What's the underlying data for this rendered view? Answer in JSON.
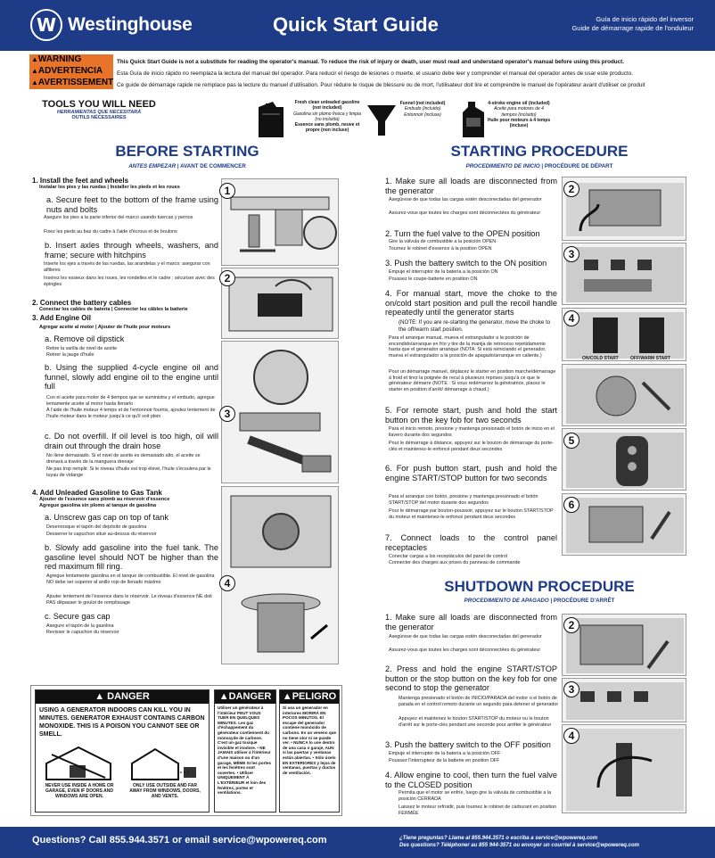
{
  "header": {
    "brand": "Westinghouse",
    "logo_letter": "W",
    "title": "Quick Start Guide",
    "sub_es": "Guía de inicio rápido del inversor",
    "sub_fr": "Guide de démarrage rapide de l'onduleur"
  },
  "warning": {
    "labels": [
      "WARNING",
      "ADVERTENCIA",
      "AVERTISSEMENT"
    ],
    "texts": [
      "This Quick Start Guide is not a substitute for reading the operator's manual. To reduce the risk of injury or death, user must read and understand operator's manual before using this product.",
      "Esta Guía de inicio rápido no reemplaza la lectura del manual del operador. Para reducir el riesgo de lesiones o muerte, el usuario debe leer y comprender el manual del operador antes de usar este producto.",
      "Ce guide de démarrage rapide ne remplace pas la lecture du manuel d'utilisation. Pour réduire le risque de blessure ou de mort, l'utilisateur doit lire et comprendre le manuel de l'opérateur avant d'utiliser ce produit"
    ]
  },
  "tools": {
    "title": "TOOLS YOU WILL NEED",
    "title_es": "HERRAMIENTAS QUE NECESITARÁ",
    "title_fr": "OUTILS NÉCESSAIRES",
    "items": [
      {
        "name": "Fresh clean unleaded gasoline (not included)",
        "es": "Gasolina sin plomo fresca y limpia (no incluida)",
        "fr": "Essence sans plomb, neuve et propre (non incluse)"
      },
      {
        "name": "Funnel (not included)",
        "es": "Embudo (incluido)",
        "fr": "Entonnoir (incluse)"
      },
      {
        "name": "4-stroke engine oil (included)",
        "es": "Aceite para motores de 4 tiempos (incluido)",
        "fr": "Huile pour moteurs à 4 temps (incluse)"
      }
    ]
  },
  "before": {
    "title": "BEFORE STARTING",
    "sub_es": "ANTES EMPEZAR",
    "sub_fr": "AVANT DE COMMENCER",
    "s1_h": "1. Install the feet and wheels",
    "s1_sub": "Instalar los pies y las ruedas | Installer les pieds et les roues",
    "s1a": "a. Secure feet to the bottom of the frame using nuts and bolts",
    "s1a_es": "Asegure los pies a la parte inferior del marco usando tuercas y pernos",
    "s1a_fr": "Fixez les pieds au bas du cadre à l'aide d'écrous et de boulons",
    "s1b": "b. Insert axles through wheels, washers, and frame; secure with hitchpins",
    "s1b_es": "Inserte los ejes a través de las ruedas, las arandelas y el marco; asegurar con alfileres",
    "s1b_fr": "Insérez les essieux dans les roues, les rondelles et le cadre ; sécuriser avec des épingles",
    "s2_h": "2. Connect the battery cables",
    "s2_sub": "Conectar los cables de batería | Connecter les câbles la batterie",
    "s3_h": "3. Add Engine Oil",
    "s3_sub": "Agregar aceite al motor | Ajouter de l'huile pour moteurs",
    "s3a": "a. Remove oil dipstick",
    "s3a_es": "Retire la varilla de nivel de aceite",
    "s3a_fr": "Retirer la jauge d'huile",
    "s3b": "b. Using the supplied 4-cycle engine oil and funnel, slowly add engine oil to the engine until full",
    "s3b_es": "Con el aceite para motor de 4 tiempos que se suministra y el embudo, agregue lentamente aceite al motor hasta llenarlo",
    "s3b_fr": "À l'aide de l'huile moteur 4 temps et de l'entonnoir fournis, ajoutez lentement de l'huile moteur dans le moteur jusqu'à ce qu'il soit plein",
    "s3c": "c. Do not overfill. If oil level is too high, oil will drain out through the drain hose",
    "s3c_es": "No llene demasiado. Si el nivel de aceite es demasiado alto, el aceite se drenará a través de la manguera drenaje",
    "s3c_fr": "Ne pas trop remplir. Si le niveau d'huile est trop élevé, l'huile s'écoulera par le tuyau de vidange",
    "s4_h": "4. Add Unleaded Gasoline to Gas Tank",
    "s4_sub1": "Ajouter de l'essence sans plomb au réservoir d'essence",
    "s4_sub2": "Agregue gasolina sin plomo al tanque de gasolina",
    "s4a": "a. Unscrew gas cap on top of tank",
    "s4a_es": "Desenrosque el tapón del depósito de gasolina",
    "s4a_fr": "Desserrer le capuchon situé au-dessus du réservoir",
    "s4b": "b. Slowly add gasoline into the fuel tank. The gasoline level should NOT be higher than the red maximum fill ring.",
    "s4b_es": "Agregue lentamente gasolina en el tanque de combustible. El nivel de gasolina NO debe ser superior al anillo rojo de llenado máximo",
    "s4b_fr": "Ajouter lentement de l'essence dans le réservoir. Le niveau d'essence NE doit PAS dépasser le goulot de remplissage",
    "s4c": "c. Secure gas cap",
    "s4c_es": "Asegure el tapón de la gasolina",
    "s4c_fr": "Revisser le capuchon du réservoir"
  },
  "starting": {
    "title": "STARTING PROCEDURE",
    "sub_es": "PROCEDIMIENTO DE INICIO",
    "sub_fr": "PROCÉDURE DE DÉPART",
    "s1": "1. Make sure all loads are disconnected from the generator",
    "s1_es": "Asegúrese de que todas las cargas estén desconectadas del generador",
    "s1_fr": "Assurez-vous que toutes les charges sont déconnectées du générateur",
    "s2": "2. Turn the fuel valve to the OPEN position",
    "s2_es": "Gire la válvula de combustible a la posición OPEN",
    "s2_fr": "Tournez le robinet d'essence à la position OPEN",
    "s3": "3. Push the battery switch to the ON position",
    "s3_es": "Empuje el interruptor de la batería a la posición ON",
    "s3_fr": "Poussez le coupe-batterie en position ON",
    "s4": "4. For manual start, move the choke to the on/cold start position and pull the recoil handle repeatedly until the generator starts",
    "s4_note": "(NOTE: If you are re-starting the generator, move the choke to the off/warm start position.",
    "s4_es": "Para el arranque manual, mueva el estrangulador a la posición de encendido/arranque en frío y tire de la manija de retroceso repetidamente hasta que el generador arranque (NOTA: Si está reiniciando el generador, mueva el estrangulador a la posición de apagado/arranque en caliente.)",
    "s4_fr": "Pour un démarrage manuel, déplacez le starter en position marche/démarrage à froid et tirez la poignée de recul à plusieurs reprises jusqu'à ce que le générateur démarre (NOTE : Si vous redémarrez la génératrice, placez le starter en position d'arrêt/ démarrage à chaud.)",
    "s5": "5. For remote start, push and hold the start button on the key fob for two seconds",
    "s5_es": "Para el inicio remoto, presione y mantenga presionado el botón de inicio en el llavero durante dos segundos",
    "s5_fr": "Pour le démarrage à distance, appuyez sur le bouton de démarrage du porte-clés et maintenez-le enfoncé pendant deux secondes",
    "s6": "6. For push button start, push and hold the engine START/STOP button for two seconds",
    "s6_es": "Para el arranque con botón, presione y mantenga presionado el botón START/STOP del motor durante dos segundos",
    "s6_fr": "Pour le démarrage par bouton-poussoir, appuyez sur le bouton START/STOP du moteur et maintenez-le enfoncé pendant deux secondes",
    "s7": "7. Connect loads to the control panel receptacles",
    "s7_es": "Conectar cargas a los receptáculos del panel de control",
    "s7_fr": "Connecter des charges aux prises du panneau de commande",
    "choke_on": "ON/COLD START",
    "choke_off": "OFF/WARM START"
  },
  "shutdown": {
    "title": "SHUTDOWN PROCEDURE",
    "sub_es": "PROCEDIMIENTO DE APAGADO",
    "sub_fr": "PROCÉDURE D'ARRÊT",
    "s1": "1. Make sure all loads are disconnected from the generator",
    "s1_es": "Asegúrese de que todas las cargas estén desconectadas del generador",
    "s1_fr": "Assurez-vous que toutes les charges sont déconnectées du générateur",
    "s2": "2. Press and hold the engine START/STOP button or the stop button on the key fob for one second to stop the generator",
    "s2_es": "Mantenga presionado el botón de INICIO/PARADA del motor o el botón de parada en el control remoto durante un segundo para detener el generador",
    "s2_fr": "Appuyez et maintenez le bouton START/STOP du moteur ou le bouton d'arrêt sur le porte-clés pendant une seconde pour arrêter le générateur",
    "s3": "3. Push the battery switch to the OFF position",
    "s3_es": "Empuje el interruptor de la batería a la posición OFF",
    "s3_fr": "Poussez l'interrupteur de la batterie en position OFF",
    "s4": "4. Allow engine to cool, then turn the fuel valve to the CLOSED position",
    "s4_es": "Permita que el motor se enfríe, luego gire la válvula de combustible a la posición CERRADA",
    "s4_fr": "Laissez le moteur refroidir, puis tournez le robinet de carburant en position FERMÉE"
  },
  "danger": {
    "head_en": "DANGER",
    "head_fr": "DANGER",
    "head_es": "PELIGRO",
    "body_en": "USING A GENERATOR INDOORS CAN KILL YOU IN MINUTES. GENERATOR EXHAUST CONTAINS CARBON MONOXIDE. THIS IS A POISON YOU CANNOT SEE OR SMELL.",
    "fig1": "NEVER USE INSIDE A HOME OR GARAGE, EVEN IF DOORS AND WINDOWS ARE OPEN.",
    "fig2": "ONLY USE OUTSIDE AND FAR AWAY FROM WINDOWS, DOORS, AND VENTS.",
    "body_fr": "Utiliser un générateur à l'intérieur PEUT VOUS TUER EN QUELQUES MINUTES. Les gaz d'échappement du générateur contiennent du monoxyde de carbone. C'est un gaz toxique invisible et inodore. • NE JAMAIS utiliser à l'intérieur d'une maison ou d'un garage, MÊME SI les portes et les fenêtres sont ouvertes. • Utiliser UNIQUEMENT À L'EXTÉRIEUR et loin des fenêtres, portes et ventilations.",
    "body_es": "Si usa un generador en interiores MORIRÁ EN POCOS MINUTOS. El escape del generador contiene monóxido de carbono. Es un veneno que no tiene olor ni se puede ver. • NUNCA lo use dentro de una casa o garaje, AUN si las puertas y ventanas están abiertas. • Sólo úselo EN EXTERIORES y lejos de ventanas, puertas y ductos de ventilación."
  },
  "footer": {
    "left": "Questions? Call 855.944.3571 or email service@wpowereq.com",
    "right_es": "¿Tiene preguntas? Llame al 855.944.3571 o escriba a service@wpowereq.com",
    "right_fr": "Des questions? Téléphoner au 855 944-3571 ou envoyer un courriel à service@wpowereq.com"
  },
  "badges": {
    "one": "1",
    "two": "2",
    "three": "3",
    "four": "4",
    "five": "5",
    "six": "6"
  }
}
